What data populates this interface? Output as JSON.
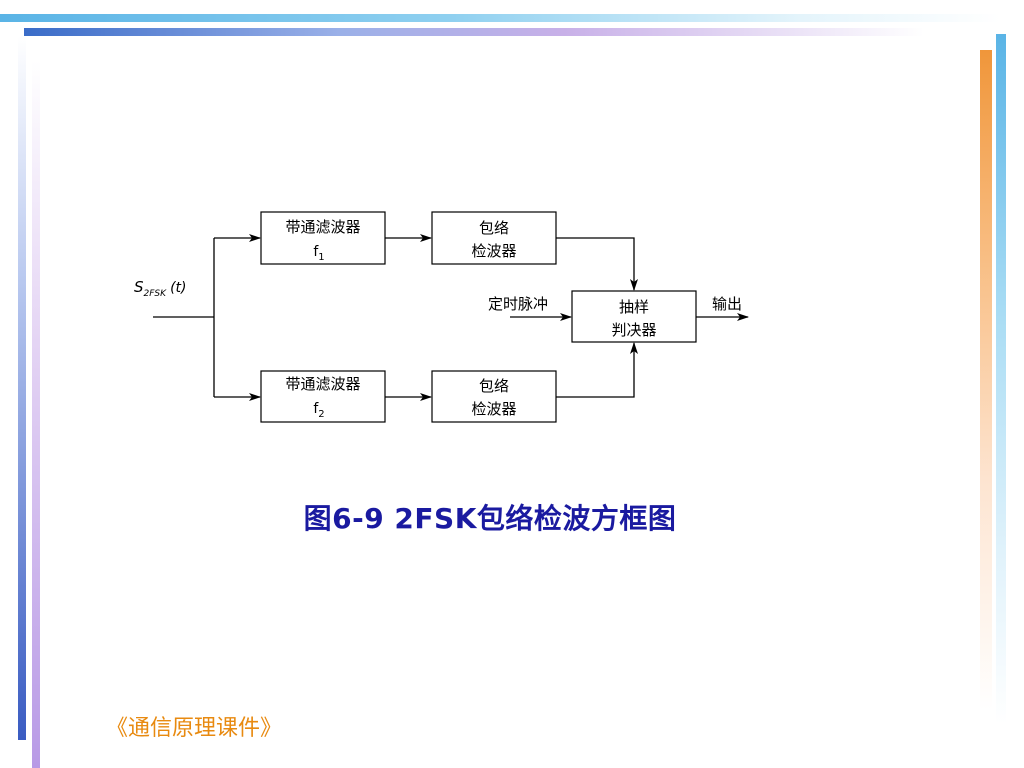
{
  "diagram": {
    "input_label": "S",
    "input_subscript": "2FSK",
    "input_arg": "(t)",
    "bpf1": {
      "line1": "带通滤波器",
      "freq": "f",
      "freq_sub": "1"
    },
    "bpf2": {
      "line1": "带通滤波器",
      "freq": "f",
      "freq_sub": "2"
    },
    "env1": {
      "line1": "包络",
      "line2": "检波器"
    },
    "env2": {
      "line1": "包络",
      "line2": "检波器"
    },
    "decider": {
      "line1": "抽样",
      "line2": "判决器"
    },
    "timing_label": "定时脉冲",
    "output_label": "输出"
  },
  "caption": "图6-9  2FSK包络检波方框图",
  "footer": "《通信原理课件》"
}
